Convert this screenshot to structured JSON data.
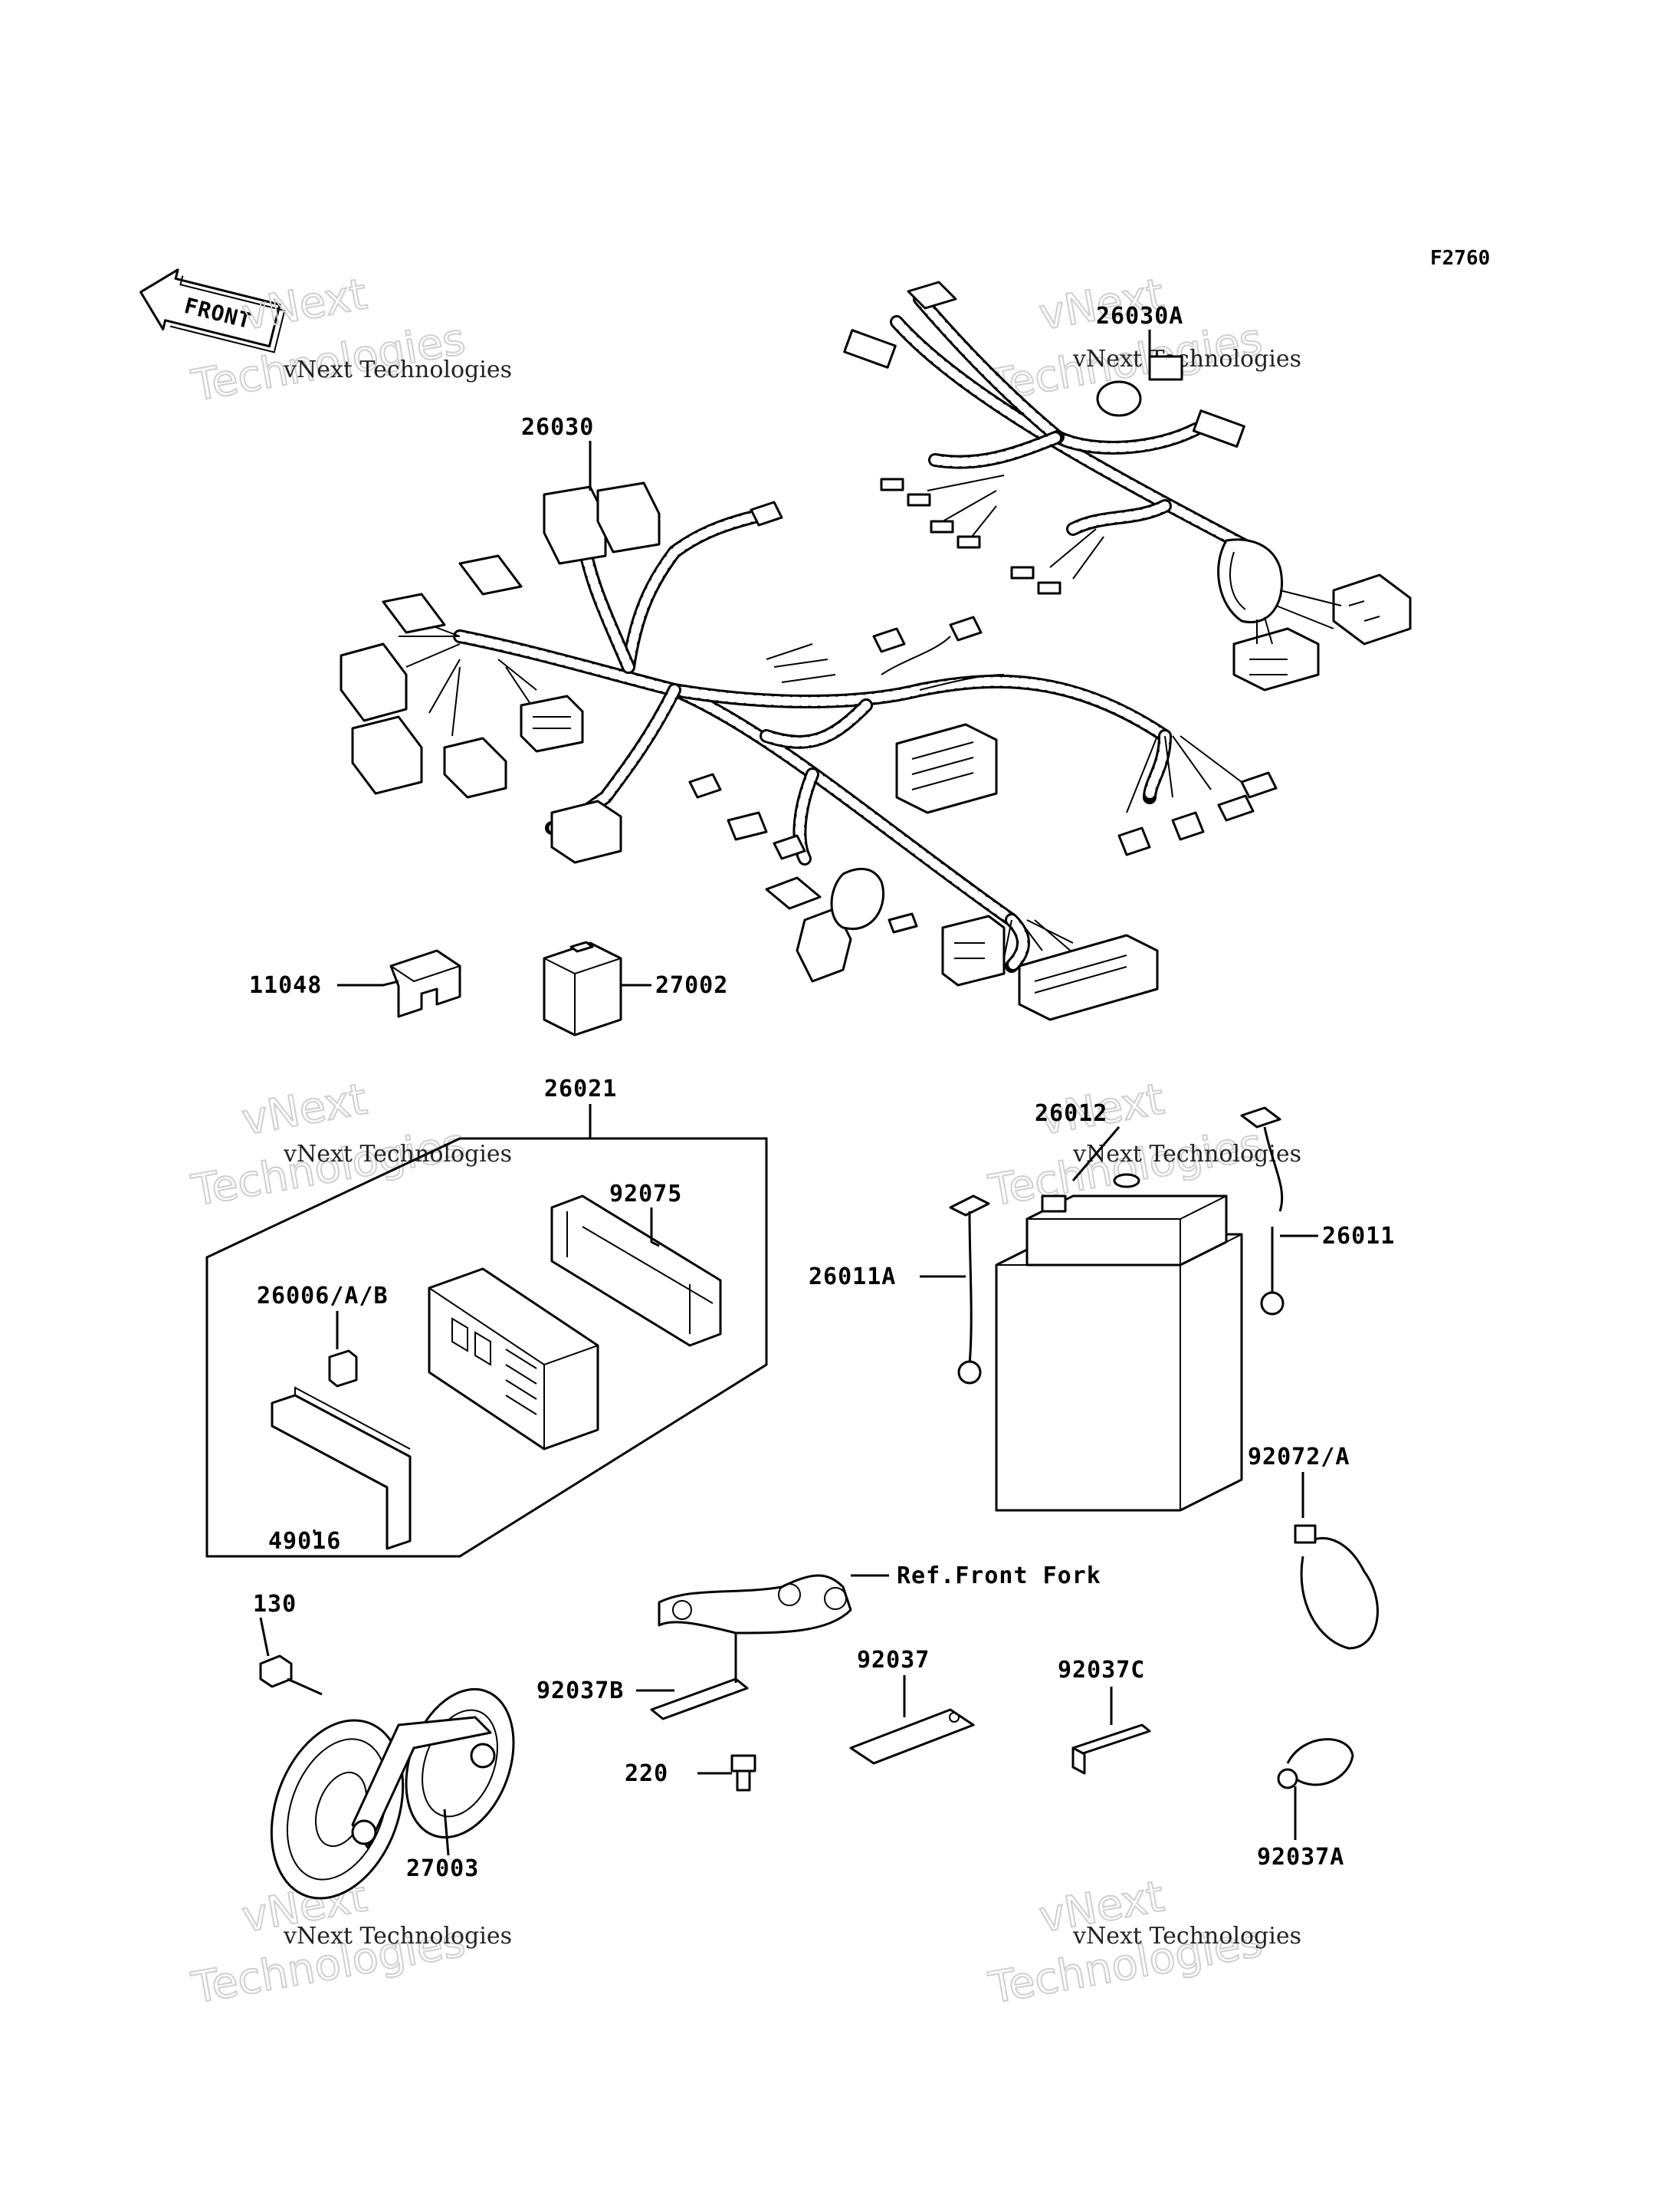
{
  "diagram": {
    "figure_code": "F2760",
    "front_label": "FRONT",
    "watermark": {
      "line1": "vNext Technologies",
      "line2": "Technologies",
      "line3": "vNext"
    },
    "parts": [
      {
        "id": "p26030A",
        "label": "26030A"
      },
      {
        "id": "p26030",
        "label": "26030"
      },
      {
        "id": "p11048",
        "label": "11048"
      },
      {
        "id": "p27002",
        "label": "27002"
      },
      {
        "id": "p26021",
        "label": "26021"
      },
      {
        "id": "p92075",
        "label": "92075"
      },
      {
        "id": "p26006",
        "label": "26006/A/B"
      },
      {
        "id": "p49016",
        "label": "49016"
      },
      {
        "id": "p26012",
        "label": "26012"
      },
      {
        "id": "p26011A",
        "label": "26011A"
      },
      {
        "id": "p26011",
        "label": "26011"
      },
      {
        "id": "p92072A",
        "label": "92072/A"
      },
      {
        "id": "pRefFork",
        "label": "Ref.Front Fork"
      },
      {
        "id": "p130",
        "label": "130"
      },
      {
        "id": "p92037B",
        "label": "92037B"
      },
      {
        "id": "p92037",
        "label": "92037"
      },
      {
        "id": "p92037C",
        "label": "92037C"
      },
      {
        "id": "p220",
        "label": "220"
      },
      {
        "id": "p27003",
        "label": "27003"
      },
      {
        "id": "p92037A",
        "label": "92037A"
      }
    ]
  }
}
